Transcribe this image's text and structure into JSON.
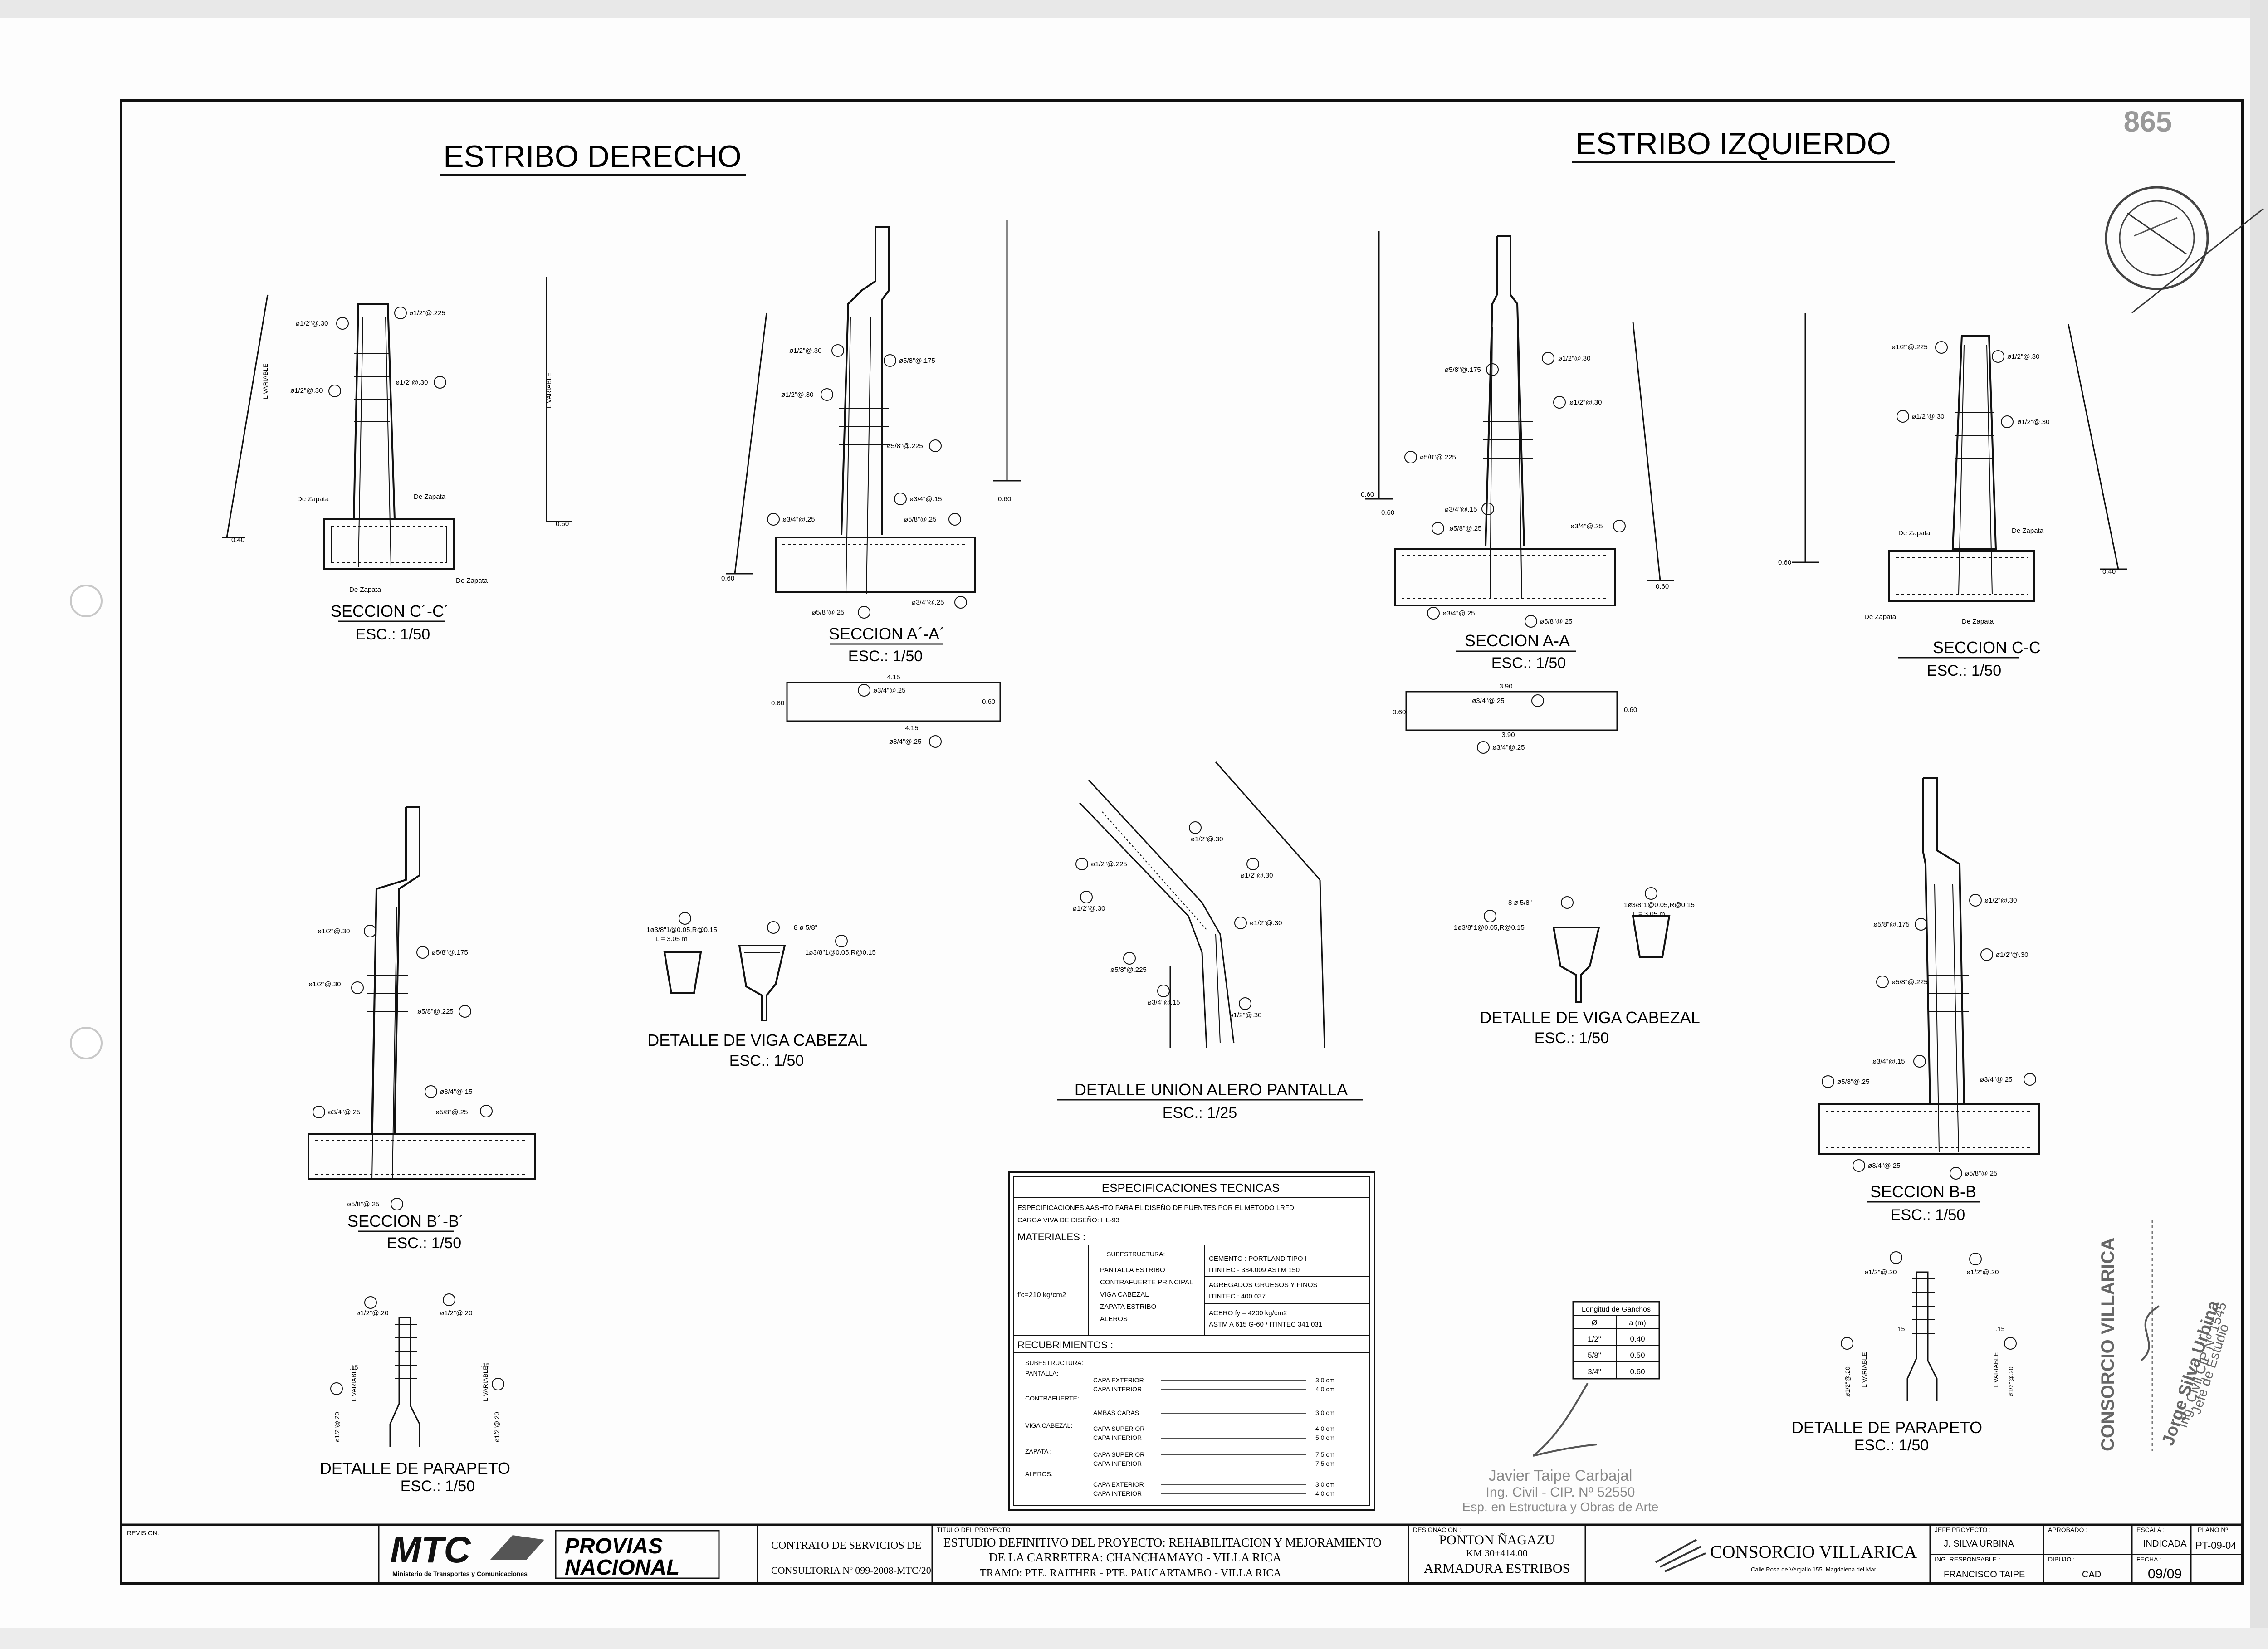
{
  "sheet_number_stamp": "865",
  "headings": {
    "right_abutment": "ESTRIBO DERECHO",
    "left_abutment": "ESTRIBO IZQUIERDO"
  },
  "sections": {
    "cc_prime": {
      "title": "SECCION C´-C´",
      "scale": "ESC.: 1/50"
    },
    "aa_prime": {
      "title": "SECCION A´-A´",
      "scale": "ESC.: 1/50"
    },
    "aa": {
      "title": "SECCION A-A",
      "scale": "ESC.: 1/50"
    },
    "cc": {
      "title": "SECCION C-C",
      "scale": "ESC.: 1/50"
    },
    "bb_prime": {
      "title": "SECCION B´-B´",
      "scale": "ESC.: 1/50"
    },
    "bb": {
      "title": "SECCION B-B",
      "scale": "ESC.: 1/50"
    },
    "viga_left": {
      "title": "DETALLE DE VIGA CABEZAL",
      "scale": "ESC.: 1/50"
    },
    "viga_right": {
      "title": "DETALLE DE VIGA CABEZAL",
      "scale": "ESC.: 1/50"
    },
    "union": {
      "title": "DETALLE UNION ALERO PANTALLA",
      "scale": "ESC.: 1/25"
    },
    "parapeto_left": {
      "title": "DETALLE DE PARAPETO",
      "scale": "ESC.: 1/50"
    },
    "parapeto_right": {
      "title": "DETALLE DE PARAPETO",
      "scale": "ESC.: 1/50"
    }
  },
  "rebar_labels": {
    "a1": "ø1/2\"@.30",
    "a2": "ø1/2\"@.225",
    "a3": "ø1/2\"@.30",
    "a4": "ø1/2\"@.30",
    "p1": "ø1/2\"@.30",
    "p2": "ø5/8\"@.175",
    "p3": "ø1/2\"@.30",
    "p4": "ø5/8\"@.225",
    "p5": "ø3/4\"@.15",
    "z1": "ø3/4\"@.25",
    "z2": "ø3/4\"@.25",
    "z3": "ø5/8\"@.25",
    "z4": "ø5/8\"@.25",
    "de_zapata": "De Zapata",
    "l_variable": "L VARIABLE",
    "dim_060": "0.60",
    "dim_040": "0.40",
    "dim_415": "4.15",
    "dim_390": "3.90",
    "v_rebar": "8 ø 5/8\"",
    "stirrup": "1ø3/8\"1@0.05,R@0.15",
    "stirrup_len": "L = 3.05 m",
    "m_rebar": "ø1/2\"@.20",
    "dim_15": ".15"
  },
  "specs": {
    "title": "ESPECIFICACIONES TECNICAS",
    "line1": "ESPECIFICACIONES AASHTO PARA EL DISEÑO DE PUENTES POR EL METODO LRFD",
    "line2": "CARGA VIVA DE DISEÑO:    HL-93",
    "materiales": "MATERIALES :",
    "fc": "f'c=210 kg/cm2",
    "sub": "SUBESTRUCTURA:",
    "sub_items": [
      "PANTALLA ESTRIBO",
      "CONTRAFUERTE PRINCIPAL",
      "VIGA CABEZAL",
      "ZAPATA ESTRIBO",
      "ALEROS"
    ],
    "cemento1": "CEMENTO : PORTLAND TIPO I",
    "cemento2": "ITINTEC - 334.009    ASTM 150",
    "agregados1": "AGREGADOS GRUESOS Y FINOS",
    "agregados2": "ITINTEC : 400.037",
    "acero1": "ACERO  fy = 4200 kg/cm2",
    "acero2": "ASTM A 615 G-60 / ITINTEC 341.031",
    "recubrimientos": "RECUBRIMIENTOS :",
    "rec_sub": "SUBESTRUCTURA:",
    "rec_rows": [
      {
        "group": "PANTALLA:",
        "items": [
          "CAPA EXTERIOR",
          "CAPA INTERIOR"
        ],
        "values": [
          "3.0 cm",
          "4.0 cm"
        ]
      },
      {
        "group": "CONTRAFUERTE:",
        "items": [
          "AMBAS CARAS"
        ],
        "values": [
          "3.0 cm"
        ]
      },
      {
        "group": "VIGA CABEZAL:",
        "items": [
          "CAPA SUPERIOR",
          "CAPA INFERIOR"
        ],
        "values": [
          "4.0 cm",
          "5.0 cm"
        ]
      },
      {
        "group": "ZAPATA :",
        "items": [
          "CAPA SUPERIOR",
          "CAPA INFERIOR"
        ],
        "values": [
          "7.5 cm",
          "7.5 cm"
        ]
      },
      {
        "group": "ALEROS:",
        "items": [
          "CAPA EXTERIOR",
          "CAPA INTERIOR"
        ],
        "values": [
          "3.0 cm",
          "4.0 cm"
        ]
      }
    ]
  },
  "hooks_table": {
    "title": "Longitud de Ganchos",
    "headers": [
      "Ø",
      "a (m)"
    ],
    "rows": [
      [
        "1/2\"",
        "0.40"
      ],
      [
        "5/8\"",
        "0.50"
      ],
      [
        "3/4\"",
        "0.60"
      ]
    ]
  },
  "signature": {
    "name": "Javier Taipe Carbajal",
    "cip": "Ing. Civil - CIP. Nº 52550",
    "spec": "Esp. en Estructura y Obras de Arte"
  },
  "consortium_stamp": {
    "name": "CONSORCIO VILLARICA",
    "person": "Jorge Silva Urbina",
    "cip": "Ing. Civil CIP Nº 1545",
    "role": "Jefe de Estudio"
  },
  "title_block": {
    "revision": "REVISION:",
    "mtc_logo": "MTC",
    "mtc_sub": "Ministerio de Transportes y Comunicaciones",
    "provias1": "PROVIAS",
    "provias2": "NACIONAL",
    "contract1": "CONTRATO DE SERVICIOS DE",
    "contract2": "CONSULTORIA Nº 099-2008-MTC/20",
    "project_label": "TITULO DEL PROYECTO",
    "project1": "ESTUDIO DEFINITIVO DEL PROYECTO: REHABILITACION Y MEJORAMIENTO",
    "project2": "DE LA CARRETERA: CHANCHAMAYO - VILLA RICA",
    "project3": "TRAMO: PTE. RAITHER - PTE. PAUCARTAMBO - VILLA RICA",
    "designation_label": "DESIGNACION :",
    "designation1": "PONTON ÑAGAZU",
    "designation2": "KM 30+414.00",
    "designation3": "ARMADURA ESTRIBOS",
    "consorcio": "CONSORCIO VILLARICA",
    "consorcio_addr": "Calle Rosa de Vergallo 155, Magdalena del Mar.",
    "jefe_label": "JEFE PROYECTO :",
    "jefe": "J. SILVA URBINA",
    "ing_label": "ING. RESPONSABLE :",
    "ing": "FRANCISCO TAIPE",
    "aprobado_label": "APROBADO :",
    "dibujo_label": "DIBUJO :",
    "dibujo": "CAD",
    "escala_label": "ESCALA :",
    "escala": "INDICADA",
    "fecha_label": "FECHA :",
    "fecha": "09/09",
    "plano_label": "PLANO Nº",
    "plano": "PT-09-04"
  }
}
